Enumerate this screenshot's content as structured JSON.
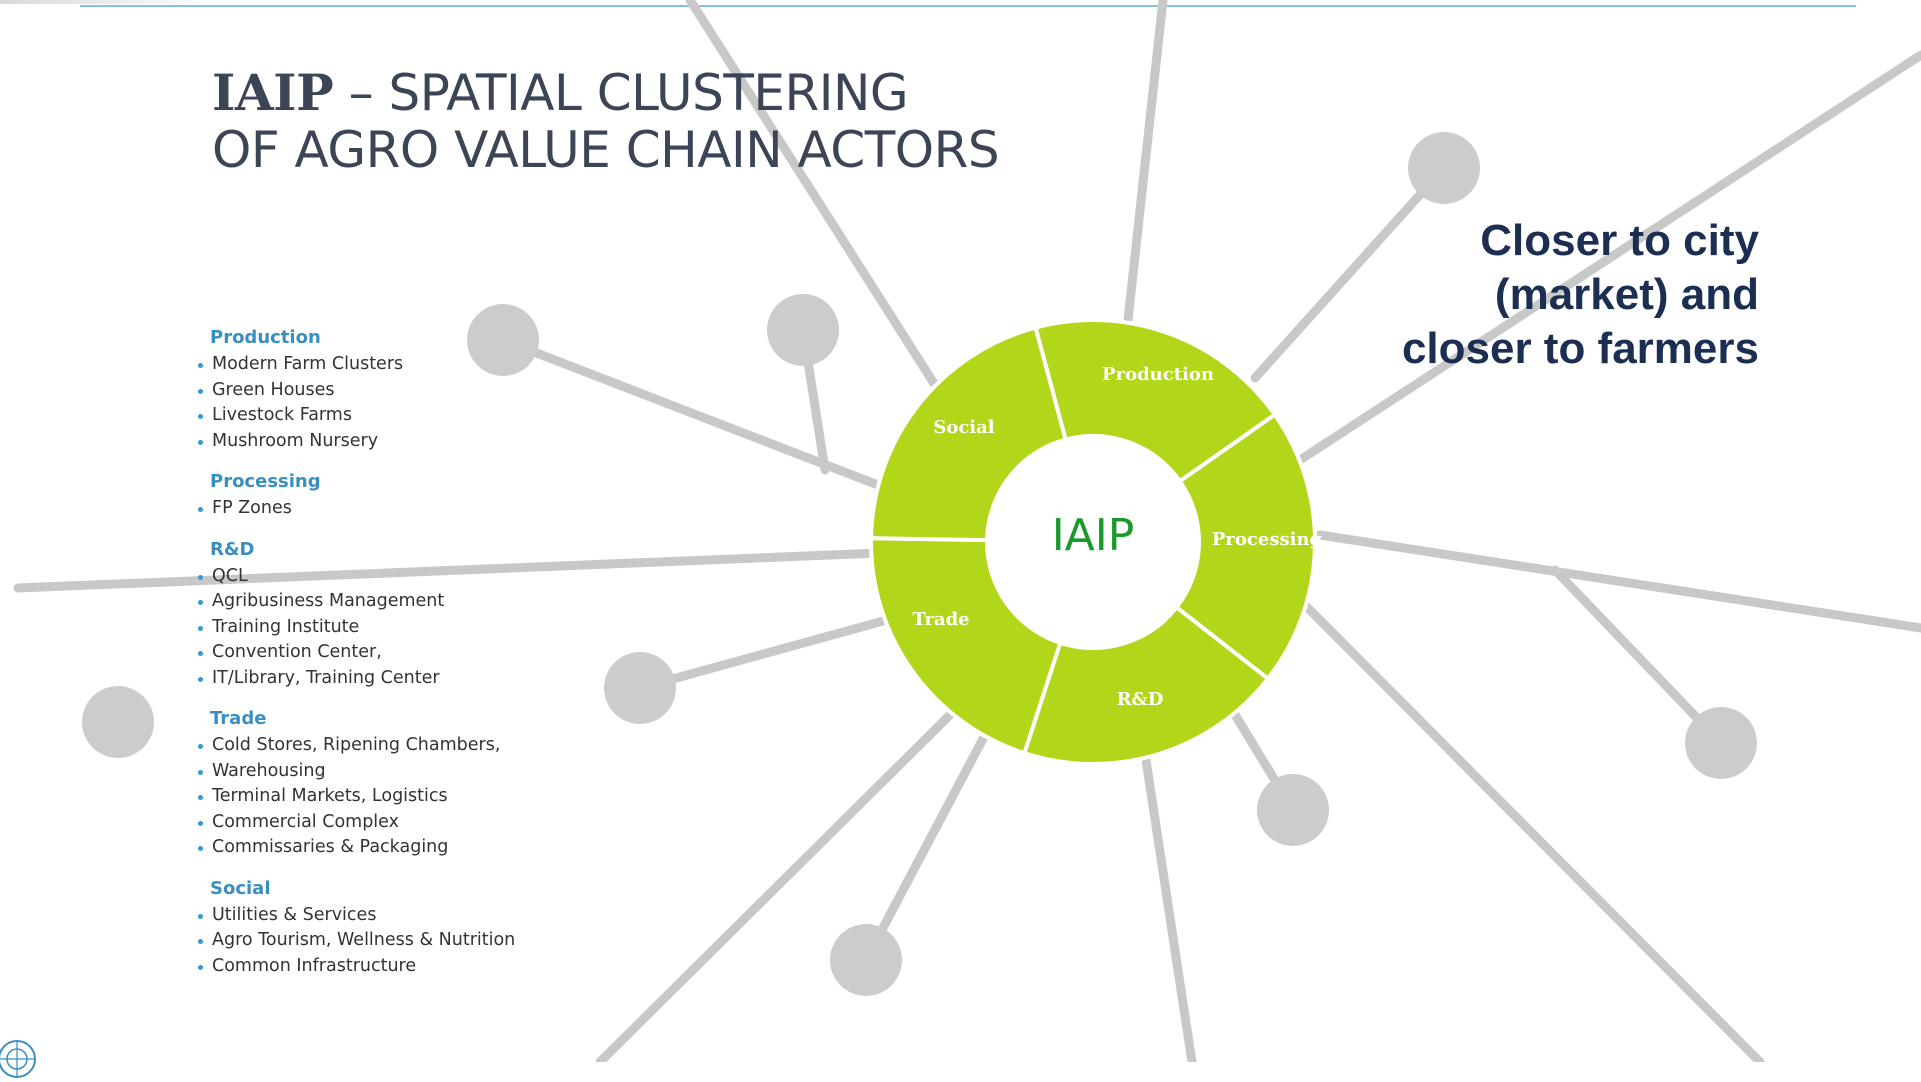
{
  "title": {
    "bold": "IAIP",
    "rest_line1": " – SPATIAL CLUSTERING",
    "line2": "OF AGRO VALUE CHAIN ACTORS"
  },
  "callout": {
    "line1": "Closer to city",
    "line2": "(market)  and",
    "line3": "closer to farmers"
  },
  "center_label": "IAIP",
  "ring_segments": [
    "Production",
    "Processing",
    "R&D",
    "Trade",
    "Social"
  ],
  "colors": {
    "ring_green": "#b2d71a",
    "center_text": "#1a9a2c",
    "spoke_gray": "#c8c8c8",
    "node_gray": "#cccccc",
    "heading_blue": "#3a8fc0",
    "title_gray": "#3b4556",
    "callout_navy": "#1c2f52"
  },
  "legend": [
    {
      "title": "Production",
      "items": [
        "Modern Farm Clusters",
        "Green Houses",
        "Livestock Farms",
        "Mushroom Nursery"
      ]
    },
    {
      "title": "Processing",
      "items": [
        "FP Zones"
      ]
    },
    {
      "title": "R&D",
      "items": [
        "QCL",
        "Agribusiness Management",
        "Training Institute",
        "Convention Center,",
        "IT/Library, Training Center"
      ]
    },
    {
      "title": "Trade",
      "items": [
        "Cold Stores, Ripening Chambers,",
        "Warehousing",
        "Terminal Markets, Logistics",
        "Commercial Complex",
        "Commissaries & Packaging"
      ]
    },
    {
      "title": "Social",
      "items": [
        "Utilities & Services",
        "Agro Tourism, Wellness & Nutrition",
        "Common Infrastructure"
      ]
    }
  ],
  "logo_icon": "un-emblem-icon"
}
